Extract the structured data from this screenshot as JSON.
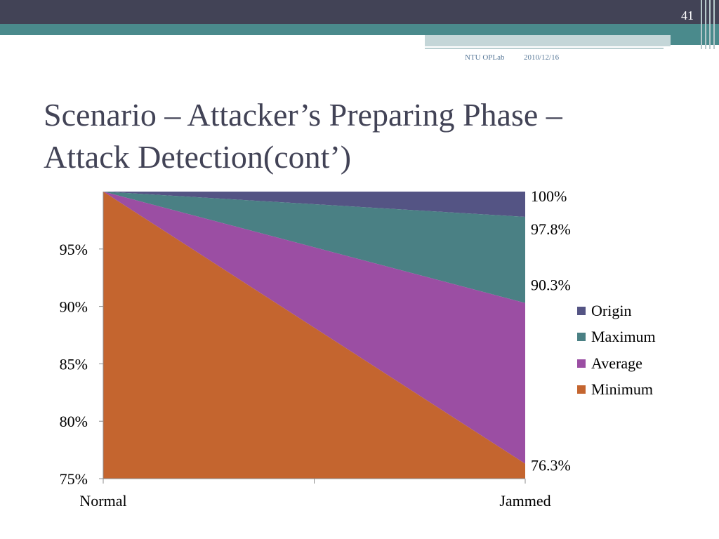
{
  "slide": {
    "page_number": "41",
    "footer_org": "NTU OPLab",
    "footer_date": "2010/12/16",
    "title_line1": "Scenario – Attacker’s Preparing Phase –",
    "title_line2": "Attack Detection(cont’)"
  },
  "colors": {
    "header_dark": "#424356",
    "accent_teal": "#4A8A8C",
    "series_origin": "#545484",
    "series_maximum": "#4A8084",
    "series_average": "#9B4EA3",
    "series_minimum": "#C4652F"
  },
  "chart_data": {
    "type": "area",
    "categories": [
      "Normal",
      "Jammed"
    ],
    "ylim": [
      75,
      100
    ],
    "yticks": [
      {
        "value": 75,
        "label": "75%"
      },
      {
        "value": 80,
        "label": "80%"
      },
      {
        "value": 85,
        "label": "85%"
      },
      {
        "value": 90,
        "label": "90%"
      },
      {
        "value": 95,
        "label": "95%"
      }
    ],
    "series": [
      {
        "name": "Origin",
        "color": "#545484",
        "values": [
          100,
          100
        ]
      },
      {
        "name": "Maximum",
        "color": "#4A8084",
        "values": [
          100,
          97.8
        ]
      },
      {
        "name": "Average",
        "color": "#9B4EA3",
        "values": [
          100,
          90.3
        ]
      },
      {
        "name": "Minimum",
        "color": "#C4652F",
        "values": [
          100,
          76.3
        ]
      }
    ],
    "value_labels": [
      {
        "value": 100,
        "text": "100%"
      },
      {
        "value": 97.8,
        "text": "97.8%"
      },
      {
        "value": 90.3,
        "text": "90.3%"
      },
      {
        "value": 76.3,
        "text": "76.3%"
      }
    ],
    "legend": {
      "position": "right"
    },
    "grid": false
  }
}
